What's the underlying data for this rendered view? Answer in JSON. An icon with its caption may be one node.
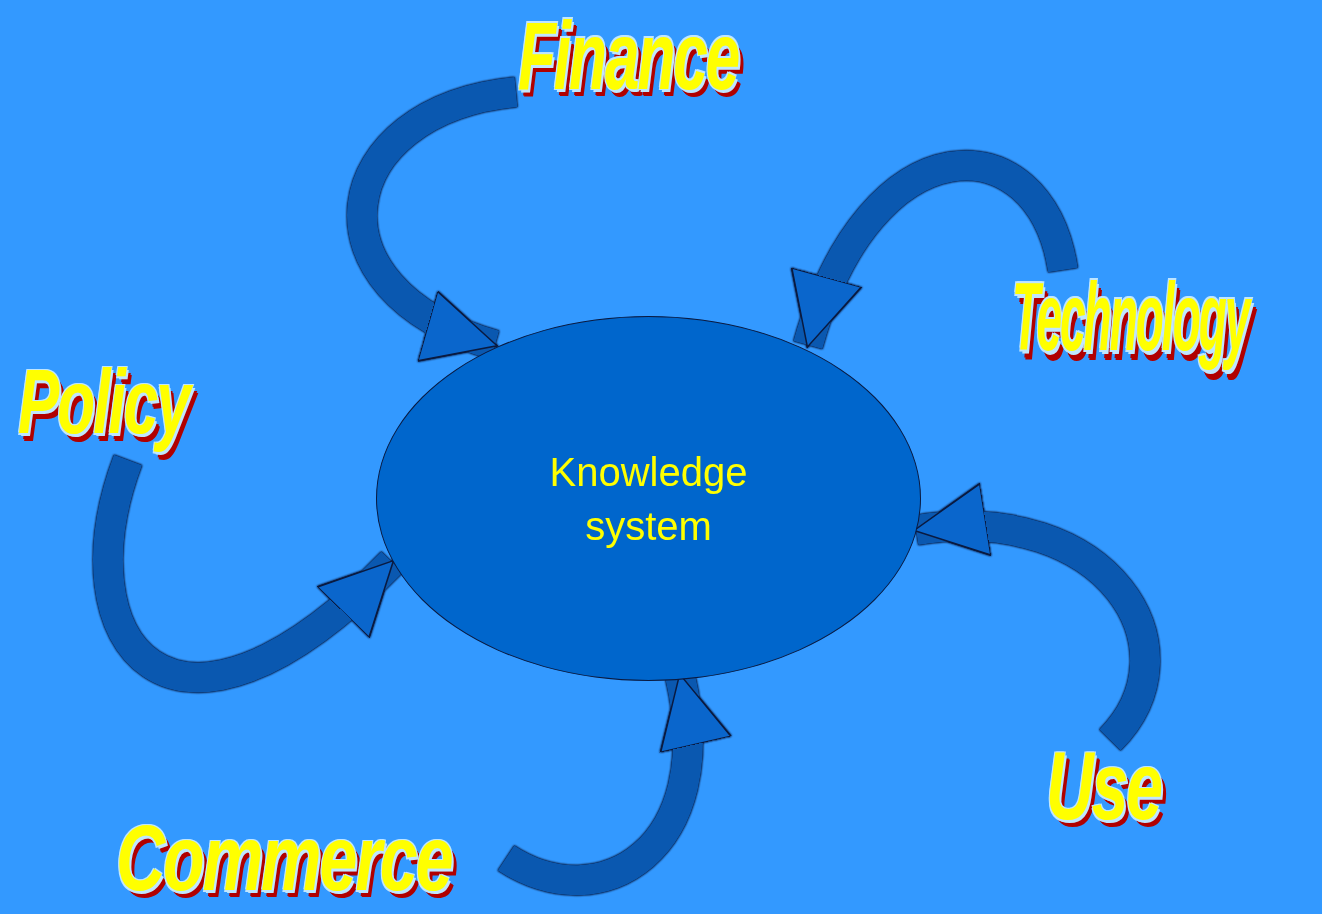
{
  "diagram": {
    "nodes": [
      {
        "text": [
          "Finance"
        ]
      },
      {
        "text": [
          "Technology"
        ]
      },
      {
        "text": [
          "Policy"
        ]
      },
      {
        "text": [
          "Knowledge system"
        ]
      },
      {
        "text": [
          "Use"
        ]
      },
      {
        "text": [
          "Commerce"
        ]
      }
    ],
    "edges": [
      {
        "from": 0,
        "to": 3,
        "arrow": "to"
      },
      {
        "from": 1,
        "to": 3,
        "arrow": "to"
      },
      {
        "from": 2,
        "to": 3,
        "arrow": "to"
      },
      {
        "from": 4,
        "to": 3,
        "arrow": "to"
      },
      {
        "from": 5,
        "to": 3,
        "arrow": "to"
      }
    ]
  }
}
